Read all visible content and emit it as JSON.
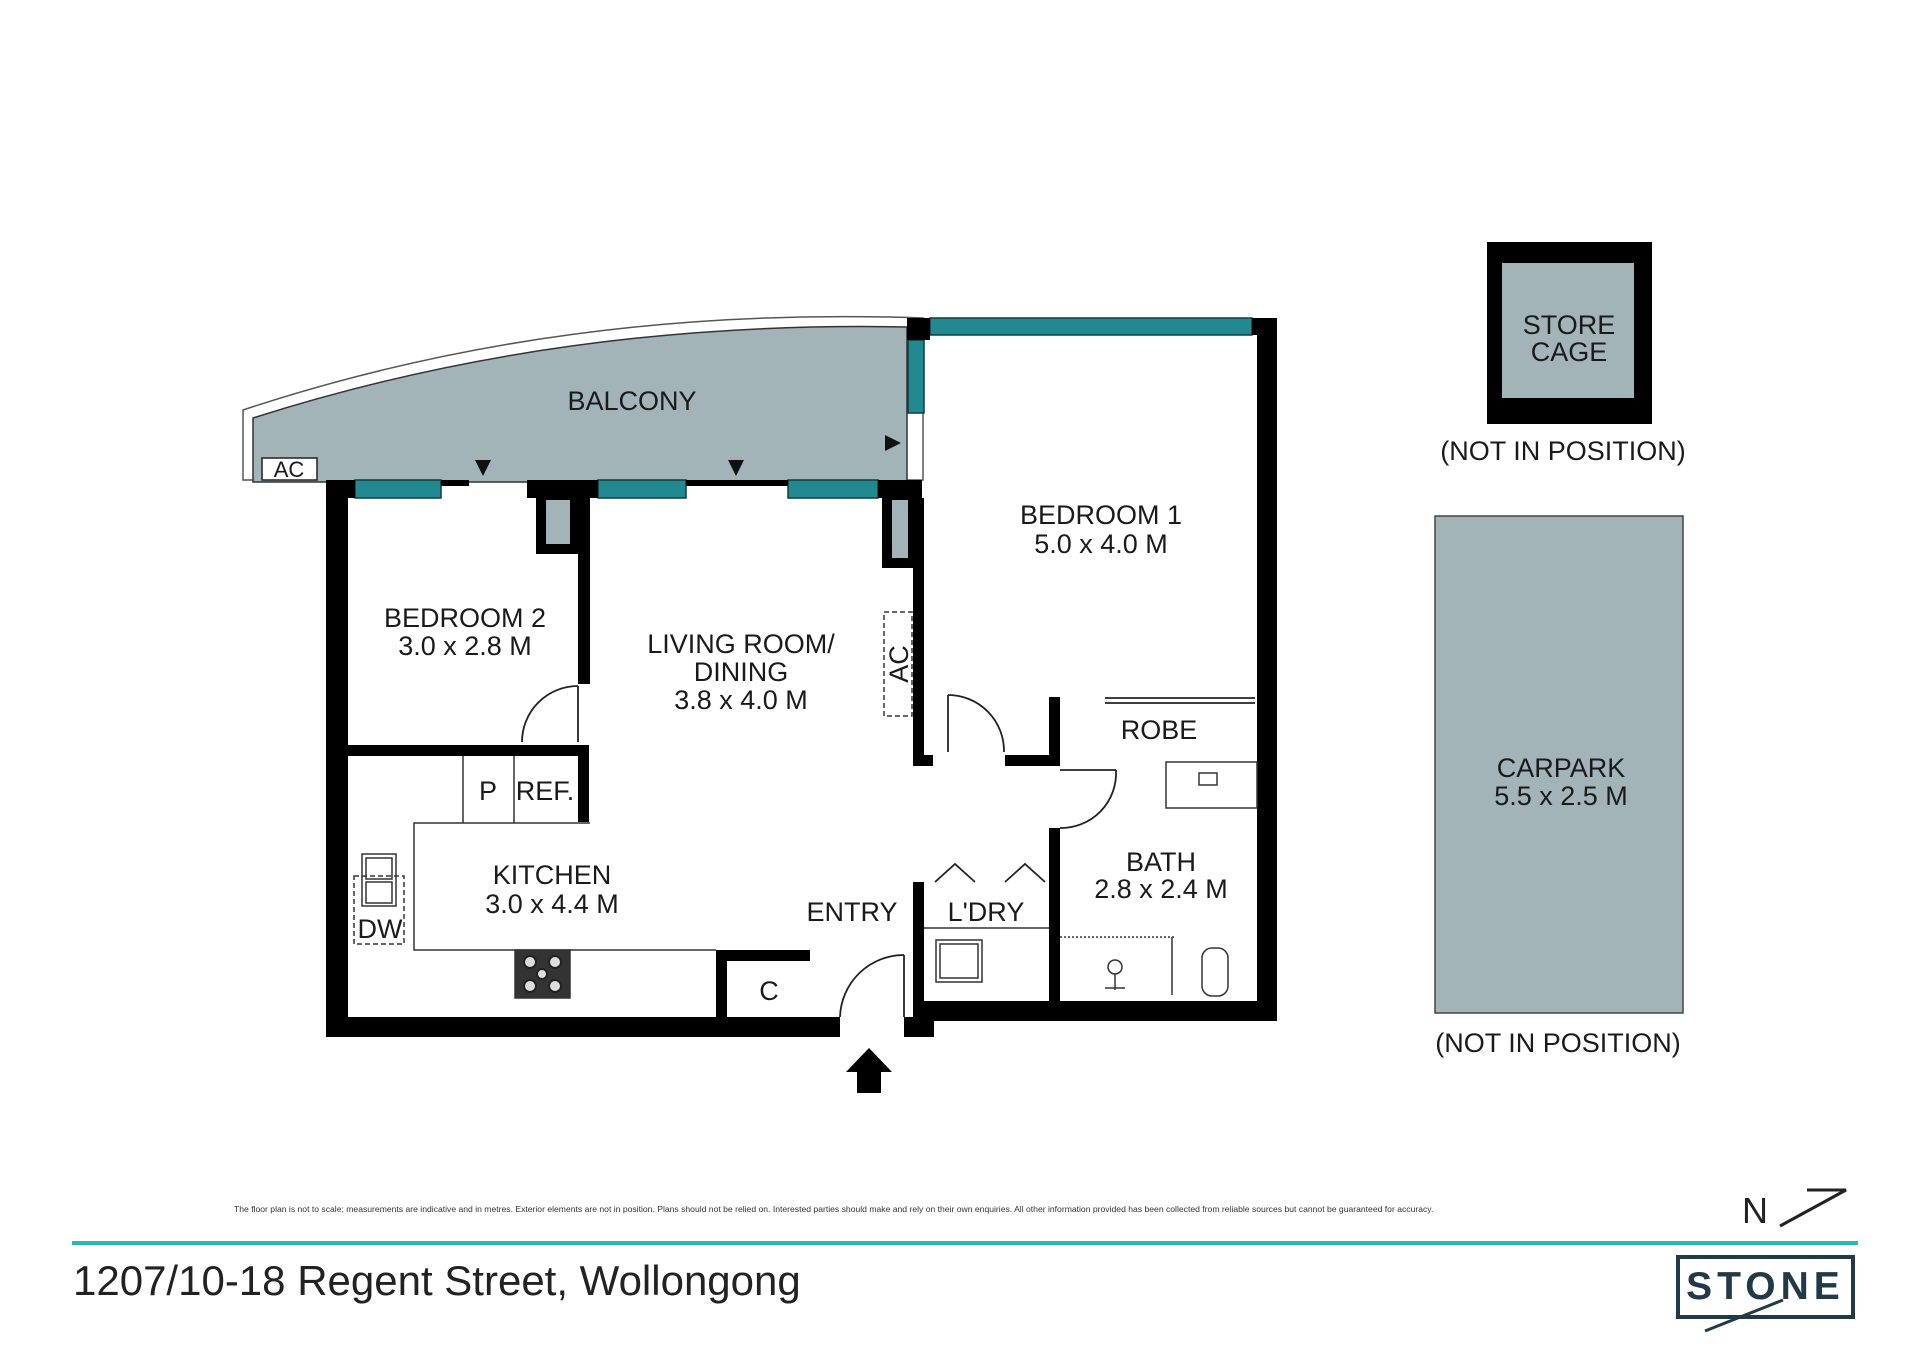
{
  "colors": {
    "wall": "#000000",
    "outdoor_fill": "#a3b4b9",
    "window": "#21898f",
    "brand": "#223a47",
    "rule": "#2eb5b5"
  },
  "rooms": {
    "balcony": "BALCONY",
    "ac_balcony": "AC",
    "bedroom1": {
      "name": "BEDROOM 1",
      "size": "5.0 x 4.0 M"
    },
    "bedroom2": {
      "name": "BEDROOM 2",
      "size": "3.0 x 2.8 M"
    },
    "living": {
      "name_line1": "LIVING ROOM/",
      "name_line2": "DINING",
      "size": "3.8 x 4.0 M"
    },
    "ac_living": "AC",
    "robe": "ROBE",
    "pantry": "P",
    "fridge": "REF.",
    "kitchen": {
      "name": "KITCHEN",
      "size": "3.0 x 4.4 M"
    },
    "dishwasher": "DW",
    "entry": "ENTRY",
    "laundry": "L'DRY",
    "cupboard": "C",
    "bath": {
      "name": "BATH",
      "size": "2.8 x 2.4 M"
    }
  },
  "exterior": {
    "store_line1": "STORE",
    "store_line2": "CAGE",
    "store_note": "(NOT IN POSITION)",
    "carpark_name": "CARPARK",
    "carpark_size": "5.5 x 2.5 M",
    "carpark_note": "(NOT IN POSITION)"
  },
  "footer": {
    "disclaimer": "The floor plan is not to scale; measurements are indicative and in metres. Exterior elements are not in position. Plans should not be relied on. Interested parties should make and rely on their own enquiries. All other information provided has been collected from reliable sources but cannot be guaranteed for accuracy.",
    "address": "1207/10-18 Regent Street, Wollongong",
    "brand": "STONE",
    "north": "N"
  },
  "icons": [
    "north-arrow-icon",
    "entry-arrow-icon",
    "sink-icon",
    "cooktop-icon",
    "toilet-icon",
    "shower-icon",
    "basin-icon",
    "brand-logo-icon"
  ]
}
